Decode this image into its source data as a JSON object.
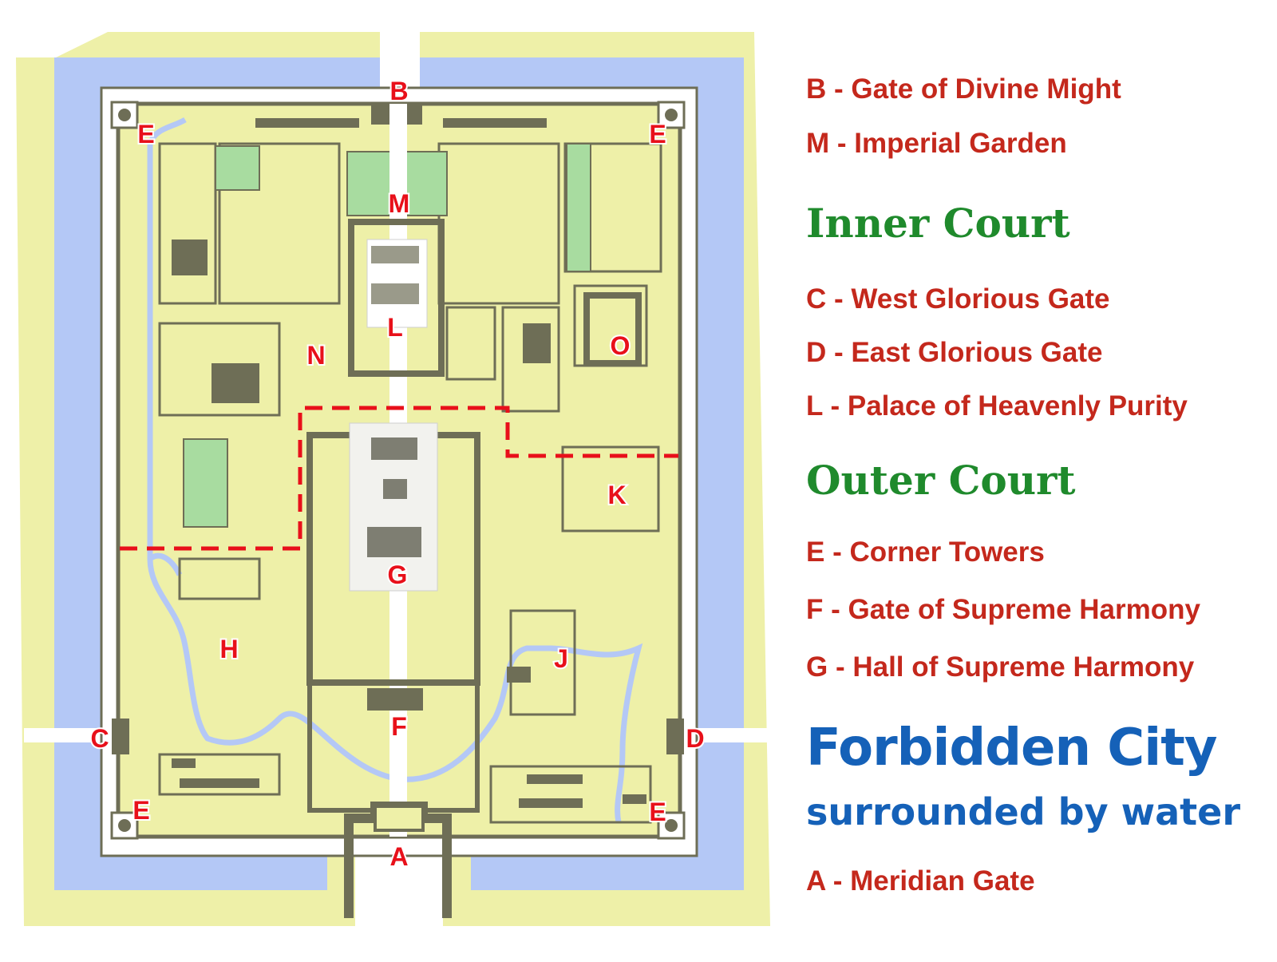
{
  "colors": {
    "land": "#eef0a8",
    "moat": "#b4c8f6",
    "wall": "#ffffff",
    "building": "#6e6e56",
    "garden": "#a8dca0",
    "court_boundary": "#e8101a",
    "legend_text": "#c4281c",
    "section_heading": "#1f8a2c",
    "title": "#1561b8"
  },
  "map": {
    "labels": {
      "A": "A",
      "B": "B",
      "C": "C",
      "D": "D",
      "E_nw": "E",
      "E_ne": "E",
      "E_sw": "E",
      "E_se": "E",
      "F": "F",
      "G": "G",
      "H": "H",
      "J": "J",
      "K": "K",
      "L": "L",
      "M": "M",
      "N": "N",
      "O": "O"
    }
  },
  "legend": {
    "b": "B - Gate of Divine Might",
    "m": "M - Imperial Garden",
    "inner_court": "Inner Court",
    "c": "C - West Glorious Gate",
    "d": "D - East Glorious Gate",
    "l": "L - Palace of Heavenly Purity",
    "outer_court": "Outer Court",
    "e": "E - Corner Towers",
    "f": "F - Gate of Supreme Harmony",
    "g": "G - Hall of Supreme Harmony",
    "title": "Forbidden City",
    "subtitle": "surrounded by water",
    "a": "A - Meridian Gate"
  }
}
